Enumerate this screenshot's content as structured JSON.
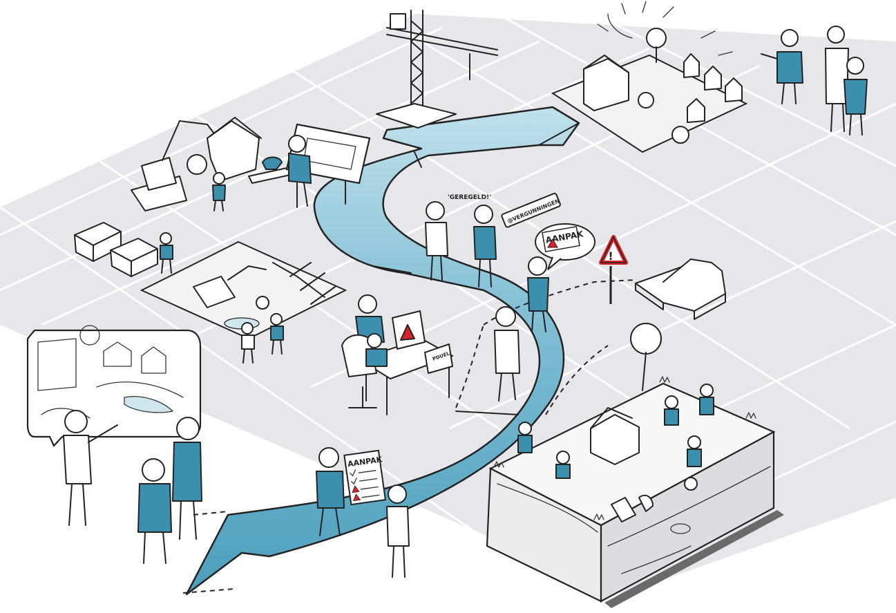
{
  "colors": {
    "path_blue": "#5ba9c4",
    "path_blue_light": "#bfe0ec",
    "shirt_blue": "#3d8fae",
    "floor_grey": "#e6e7ea",
    "floor_line": "#ffffff",
    "warning_red": "#d8232a"
  },
  "bubbles": {
    "speech_geregeld": "'GEREGELD!'",
    "sign_vergunningen": "@VERGUNNINGEN",
    "bubble_aanpak": "AANPAK"
  },
  "sheet": {
    "aanpak_title": "AANPAK"
  },
  "folder": {
    "label": "PDUEL"
  }
}
